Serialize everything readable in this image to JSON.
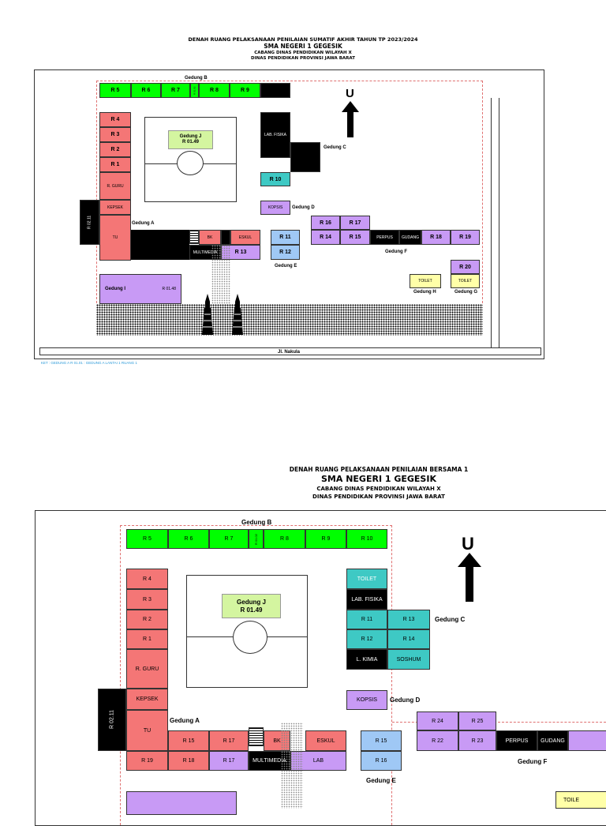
{
  "map1": {
    "title": [
      "DENAH RUANG PELAKSANAAN PENILAIAN SUMATIF AKHIR TAHUN TP 2023/2024",
      "SMA NEGERI 1 GEGESIK",
      "CABANG DINAS PENDIDIKAN WILAYAH X",
      "DINAS PENDIDIKAN PROVINSI JAWA BARAT"
    ],
    "north": "U",
    "gedung_b": "Gedung B",
    "gedung_b_rooms": [
      "R 5",
      "R 6",
      "R 7",
      "R 8",
      "R 9"
    ],
    "gedung_b_small": "R 01.02",
    "gedung_a_rooms": [
      "R 4",
      "R 3",
      "R 2",
      "R 1",
      "R. GURU",
      "KEPSEK",
      "TU"
    ],
    "gedung_a": "Gedung A",
    "r0211": "R 02.11",
    "gedung_j": "Gedung J",
    "gedung_j_room": "R 01.49",
    "lab_fisika": "LAB. FISIKA",
    "gedung_c": "Gedung C",
    "r10": "R 10",
    "kopsis": "KOPSIS",
    "gedung_d": "Gedung D",
    "bk": "BK",
    "eskul": "ESKUL",
    "multimedia": "MULTIMEDIA",
    "r13": "R 13",
    "r11": "R 11",
    "r12": "R 12",
    "gedung_e": "Gedung E",
    "f_top": [
      "R 16",
      "R 17"
    ],
    "f_bot": [
      "R 14",
      "R 15"
    ],
    "perpus": "PERPUS",
    "gudang": "GUDANG",
    "r18": "R 18",
    "r19": "R 19",
    "gedung_f": "Gedung F",
    "r20": "R 20",
    "toilet": "TOILET",
    "gedung_h": "Gedung H",
    "gedung_g": "Gedung G",
    "gedung_i": "Gedung I",
    "gedung_i_room": "R 01.48",
    "street": "Jl. Nakula",
    "ket": "KET : GEDUNG A R 01.01 : GEDUNG A LANTAI 1 RUANG 1"
  },
  "map2": {
    "title": [
      "DENAH RUANG PELAKSANAAN PENILAIAN BERSAMA 1",
      "SMA NEGERI 1 GEGESIK",
      "CABANG DINAS PENDIDIKAN WILAYAH X",
      "DINAS PENDIDIKAN PROVINSI JAWA BARAT"
    ],
    "north": "U",
    "gedung_b": "Gedung B",
    "gedung_b_rooms": [
      "R 5",
      "R 6",
      "R 7",
      "R 8",
      "R 9",
      "R 10"
    ],
    "gedung_b_small": "R 01.02",
    "gedung_a_rooms": [
      "R 4",
      "R 3",
      "R 2",
      "R 1",
      "R. GURU",
      "KEPSEK",
      "TU"
    ],
    "gedung_a": "Gedung A",
    "r0211": "R 02.11",
    "gedung_j": "Gedung J",
    "gedung_j_room": "R 01.49",
    "toilet": "TOILET",
    "lab_fisika": "LAB. FISIKA",
    "c_rows": [
      [
        "R 11",
        "R 13"
      ],
      [
        "R 12",
        "R 14"
      ]
    ],
    "l_kimia": "L. KIMIA",
    "soshum": "SOSHUM",
    "gedung_c": "Gedung C",
    "kopsis": "KOPSIS",
    "gedung_d": "Gedung D",
    "a_row1": [
      "R 15",
      "R 17"
    ],
    "a_row2": [
      "R 19",
      "R 18",
      "R 17"
    ],
    "bk": "BK",
    "eskul": "ESKUL",
    "multimedia": "MULTIMEDIA",
    "lab": "LAB",
    "e_rooms": [
      "R 15",
      "R 16"
    ],
    "gedung_e": "Gedung E",
    "f_top": [
      "R 24",
      "R 25"
    ],
    "f_bot": [
      "R 22",
      "R 23"
    ],
    "perpus": "PERPUS",
    "gudang": "GUDANG",
    "gedung_f": "Gedung F",
    "toile": "TOILE"
  }
}
